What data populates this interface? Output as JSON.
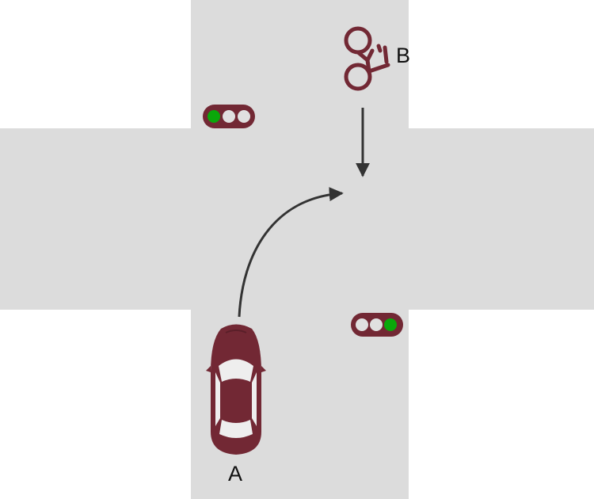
{
  "scene": {
    "road_color": "#dcdcdc",
    "background_color": "#ffffff",
    "vehicle_color": "#722834",
    "arrow_color": "#333333",
    "light_housing_color": "#722834",
    "light_on_color": "#0aa80a",
    "light_off_color": "#e0e0e0"
  },
  "vehicles": {
    "car": {
      "label": "A",
      "icon": "car-icon"
    },
    "bicycle": {
      "label": "B",
      "icon": "bicycle-icon"
    }
  },
  "traffic_lights": {
    "upper_left": {
      "lit_index": 0,
      "bulbs": 3
    },
    "lower_right": {
      "lit_index": 2,
      "bulbs": 3
    }
  }
}
